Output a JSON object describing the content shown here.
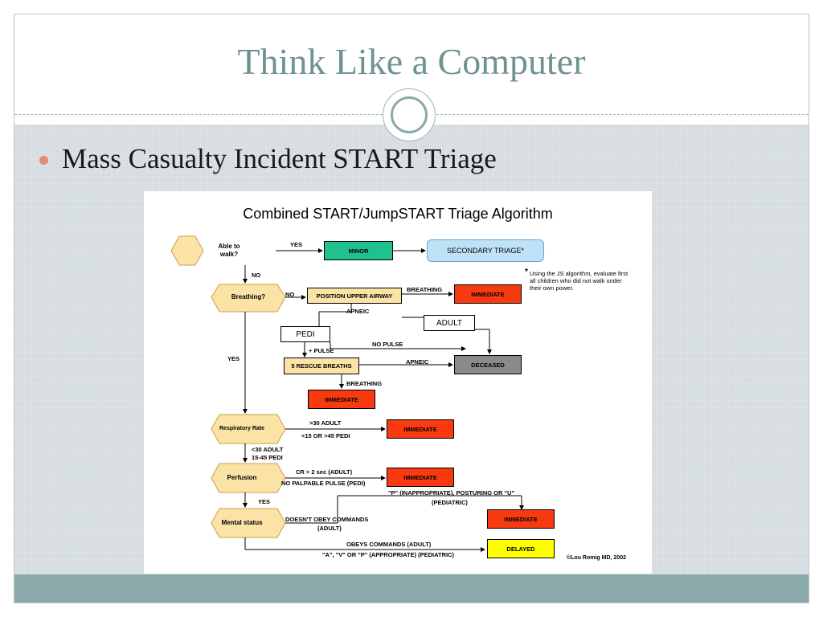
{
  "slide": {
    "title": "Think Like a Computer",
    "bullet": "Mass Casualty Incident START Triage"
  },
  "diagram": {
    "title": "Combined START/JumpSTART Triage Algorithm",
    "decisions": {
      "walk": "Able to walk?",
      "breathing": "Breathing?",
      "resp_rate": "Respiratory Rate",
      "perfusion": "Perfusion",
      "mental": "Mental status"
    },
    "boxes": {
      "minor": "MINOR",
      "secondary": "SECONDARY TRIAGE*",
      "position_airway": "POSITION UPPER AIRWAY",
      "immediate_1": "IMMEDIATE",
      "adult": "ADULT",
      "pedi": "PEDI",
      "rescue": "5 RESCUE BREATHS",
      "deceased": "DECEASED",
      "immediate_2": "IMMEDIATE",
      "immediate_3": "IMMEDIATE",
      "immediate_4": "IMMEDIATE",
      "immediate_5": "IMMEDIATE",
      "delayed": "DELAYED"
    },
    "labels": {
      "yes_walk": "YES",
      "no_walk": "NO",
      "no_breath": "NO",
      "breathing_1": "BREATHING",
      "apneic_1": "APNEIC",
      "yes_breath": "YES",
      "no_pulse": "NO PULSE",
      "plus_pulse": "+ PULSE",
      "apneic_2": "APNEIC",
      "breathing_2": "BREATHING",
      "rr_adult": ">30 ADULT",
      "rr_pedi": "<15 OR >45 PEDI",
      "rr_ok_adult": "<30 ADULT",
      "rr_ok_pedi": "15-45 PEDI",
      "perf_adult": "CR > 2 sec (ADULT)",
      "perf_pedi": "NO PALPABLE PULSE (PEDI)",
      "ped_inapp": "\"P\" (INAPPROPRIATE), POSTURING OR \"U\"",
      "ped_tag": "(PEDIATRIC)",
      "yes_perf": "YES",
      "no_obey": "DOESN'T OBEY COMMANDS",
      "no_obey_adult": "(ADULT)",
      "obey_adult": "OBEYS COMMANDS (ADULT)",
      "obey_pedi": "\"A\", \"V\" OR \"P\" (APPROPRIATE) (PEDIATRIC)"
    },
    "note": {
      "asterisk": "*",
      "text": "Using the JS algorithm, evaluate first all children who did not walk under their own power."
    },
    "credit": "©Lou Romig MD, 2002",
    "colors": {
      "decision": "#fbe3a6",
      "minor": "#21c08f",
      "secondary": "#bfe2f7",
      "immediate": "#f73a10",
      "deceased": "#8a8a8a",
      "delayed": "#ffff00",
      "airway": "#fbe3a6"
    }
  }
}
